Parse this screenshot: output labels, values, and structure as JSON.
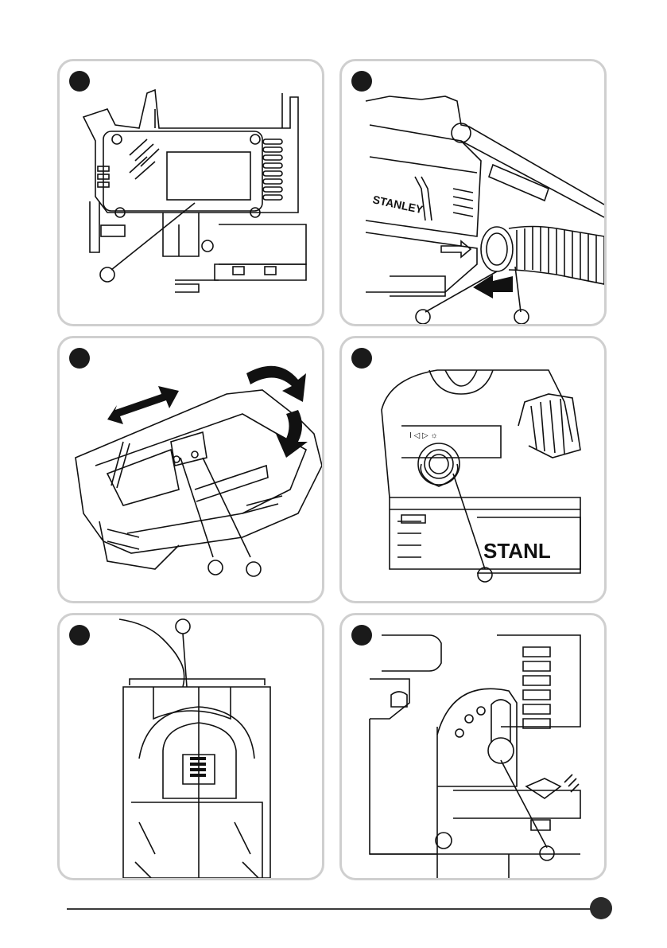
{
  "figures": [
    {
      "id": "figure-1",
      "icon": "jigsaw-footplate-screws"
    },
    {
      "id": "figure-2",
      "icon": "jigsaw-dust-extraction-hose",
      "brand_text": "STANLEY"
    },
    {
      "id": "figure-3",
      "icon": "jigsaw-blade-clamp"
    },
    {
      "id": "figure-4",
      "icon": "jigsaw-orbital-dial",
      "brand_text": "STANL"
    },
    {
      "id": "figure-5",
      "icon": "jigsaw-cutting-line"
    },
    {
      "id": "figure-6",
      "icon": "jigsaw-speed-dial"
    }
  ]
}
